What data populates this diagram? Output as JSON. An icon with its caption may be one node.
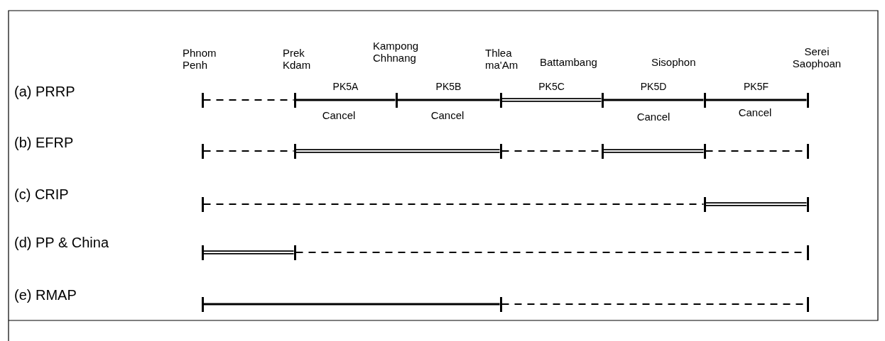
{
  "diagram": {
    "nodes": [
      {
        "text": [],
        "shape": "bar"
      },
      {
        "text": [],
        "shape": "bar"
      },
      {
        "text": [],
        "shape": "bar"
      },
      {
        "text": [],
        "shape": "bar"
      },
      {
        "text": [],
        "shape": "bar"
      },
      {
        "text": [],
        "shape": "bar"
      },
      {
        "text": [],
        "shape": "bar"
      },
      {
        "text": [],
        "shape": "bar"
      },
      {
        "text": [],
        "shape": "bar"
      },
      {
        "text": [],
        "shape": "bar"
      },
      {
        "text": [],
        "shape": "bar"
      },
      {
        "text": [],
        "shape": "bar"
      },
      {
        "text": [],
        "shape": "bar"
      },
      {
        "text": [],
        "shape": "bar"
      },
      {
        "text": [],
        "shape": "bar"
      },
      {
        "text": [],
        "shape": "bar"
      },
      {
        "text": [],
        "shape": "bar"
      },
      {
        "text": [],
        "shape": "bar"
      },
      {
        "text": [],
        "shape": "bar"
      },
      {
        "text": [],
        "shape": "bar"
      },
      {
        "text": [],
        "shape": "bar"
      },
      {
        "text": [],
        "shape": "bar"
      }
    ],
    "edges": [
      {
        "from": 0,
        "to": 1,
        "arrow": "none",
        "style": "dashed"
      },
      {
        "from": 1,
        "to": 2,
        "arrow": "none",
        "label": "PK5A"
      },
      {
        "from": 2,
        "to": 3,
        "arrow": "none",
        "label": "PK5B"
      },
      {
        "from": 3,
        "to": 4,
        "arrow": "none",
        "style": "thick",
        "label": "PK5C"
      },
      {
        "from": 4,
        "to": 5,
        "arrow": "none",
        "label": "PK5D"
      },
      {
        "from": 5,
        "to": 6,
        "arrow": "none",
        "label": "PK5F"
      },
      {
        "from": 7,
        "to": 8,
        "arrow": "none",
        "style": "dashed"
      },
      {
        "from": 8,
        "to": 9,
        "arrow": "none",
        "style": "thick"
      },
      {
        "from": 9,
        "to": 10,
        "arrow": "none",
        "style": "dashed"
      },
      {
        "from": 10,
        "to": 11,
        "arrow": "none",
        "style": "thick"
      },
      {
        "from": 11,
        "to": 12,
        "arrow": "none",
        "style": "dashed"
      },
      {
        "from": 13,
        "to": 14,
        "arrow": "none",
        "style": "dashed"
      },
      {
        "from": 14,
        "to": 15,
        "arrow": "none",
        "style": "thick"
      },
      {
        "from": 16,
        "to": 17,
        "arrow": "none",
        "style": "thick"
      },
      {
        "from": 17,
        "to": 18,
        "arrow": "none",
        "style": "dashed"
      },
      {
        "from": 19,
        "to": 20,
        "arrow": "none"
      },
      {
        "from": 20,
        "to": 21,
        "arrow": "none",
        "style": "dashed"
      }
    ],
    "labels": [
      "Phnom Penh",
      "Prek Kdam",
      "Kampong Chhnang",
      "Thlea ma'Am",
      "Battambang",
      "Sisophon",
      "Serei Saophoan",
      "(a) PRRP",
      "Cancel",
      "Cancel",
      "Cancel",
      "Cancel",
      "(b) EFRP",
      "(c) CRIP",
      "(d) PP & China",
      "(e) RMAP"
    ]
  }
}
